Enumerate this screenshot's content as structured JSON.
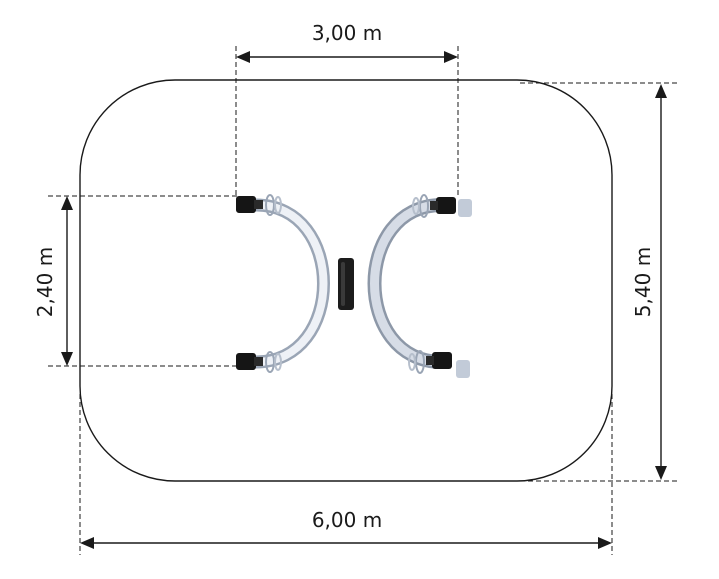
{
  "dimensions": {
    "top_width": "3,00 m",
    "bottom_width": "6,00 m",
    "left_height": "2,40 m",
    "right_height": "5,40 m"
  },
  "colors": {
    "line": "#1a1a1a",
    "tube_light": "#e6ebf3",
    "tube_mid": "#c2cbd8",
    "tube_dark": "#8d98a8",
    "grip": "#151515"
  },
  "icons": {
    "equipment": "balance-seesaw-equipment"
  }
}
